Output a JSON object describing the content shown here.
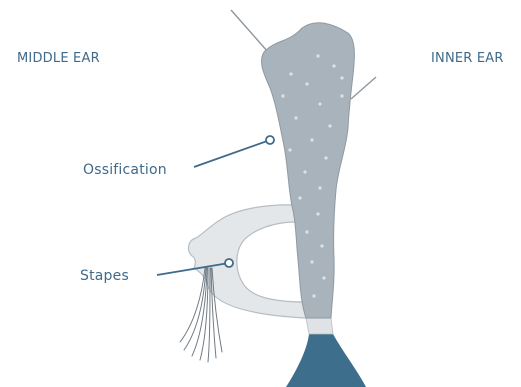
{
  "labels": {
    "middle_ear": "MIDDLE EAR",
    "inner_ear": "INNER EAR",
    "ossification": "Ossification",
    "stapes": "Stapes"
  },
  "colors": {
    "label_text": "#3f6a8a",
    "ossified_bone": "#a8b3bc",
    "bone_outline": "#8f9aa3",
    "stapes_fill": "#e4e7ea",
    "stapes_outline": "#b6bdc3",
    "fluid_dark": "#3d6e8c",
    "leader_line": "#3f6a8a",
    "boundary_line": "#8e979e"
  },
  "icons": {
    "ligament": "tendon-fibers-icon"
  }
}
